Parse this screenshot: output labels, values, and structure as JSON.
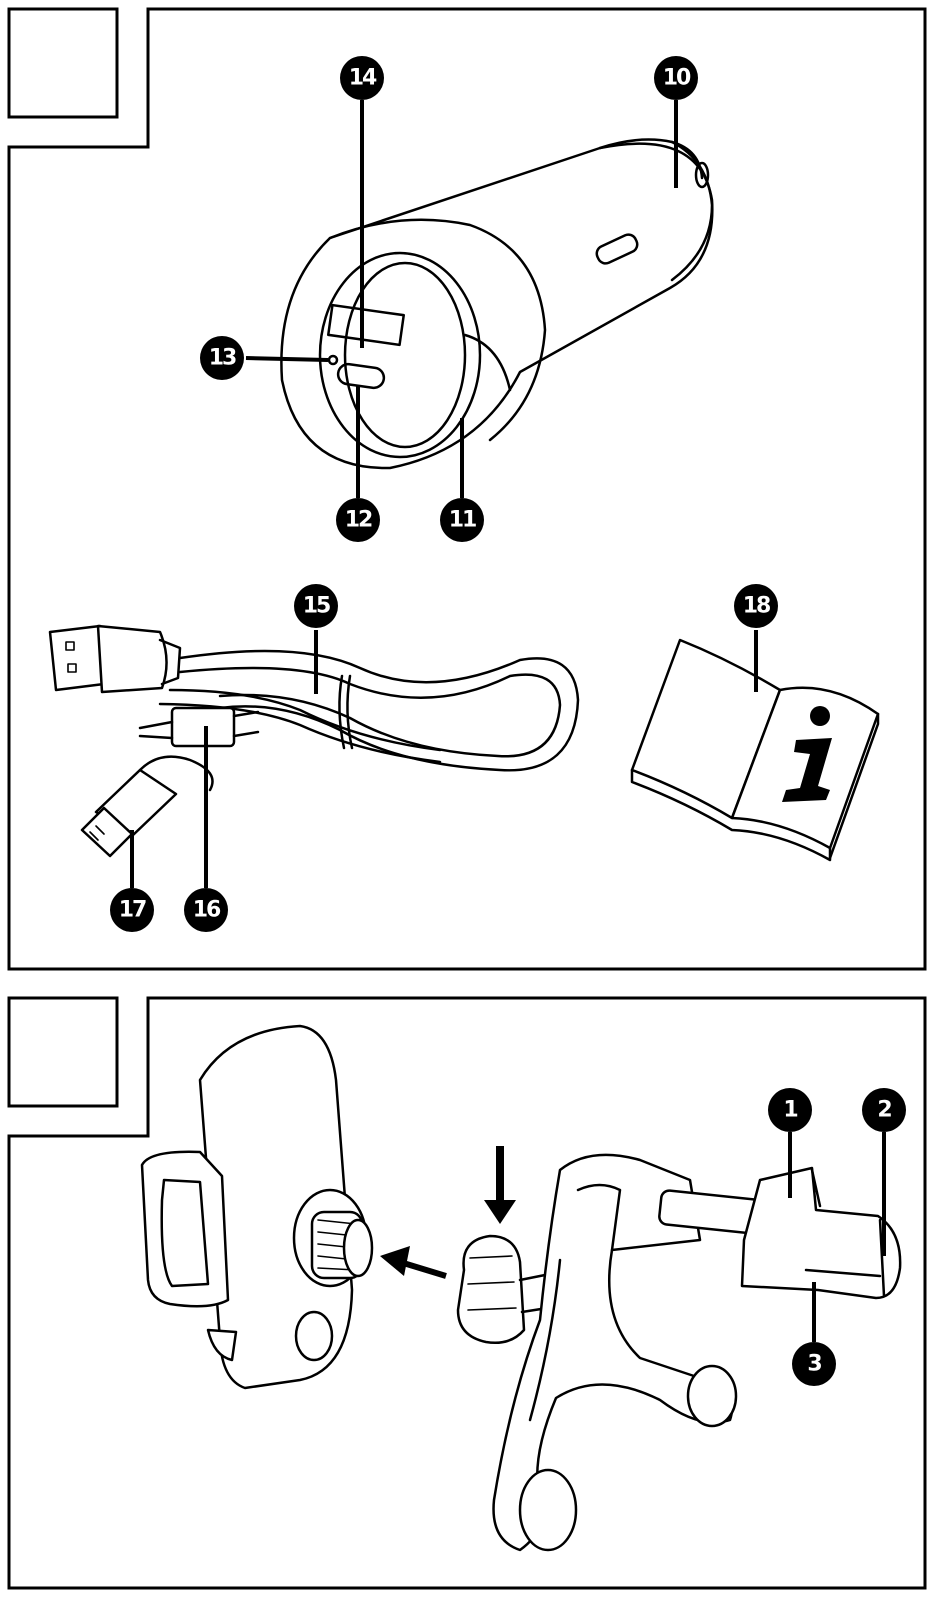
{
  "callouts": {
    "c1": "1",
    "c2": "2",
    "c3": "3",
    "c10": "10",
    "c11": "11",
    "c12": "12",
    "c13": "13",
    "c14": "14",
    "c15": "15",
    "c16": "16",
    "c17": "17",
    "c18": "18"
  },
  "icons": {
    "manual": "info-manual-icon",
    "arrow_down": "arrow-down-icon",
    "arrow_left": "arrow-left-icon"
  },
  "colors": {
    "ink": "#000000",
    "paper": "#ffffff"
  }
}
